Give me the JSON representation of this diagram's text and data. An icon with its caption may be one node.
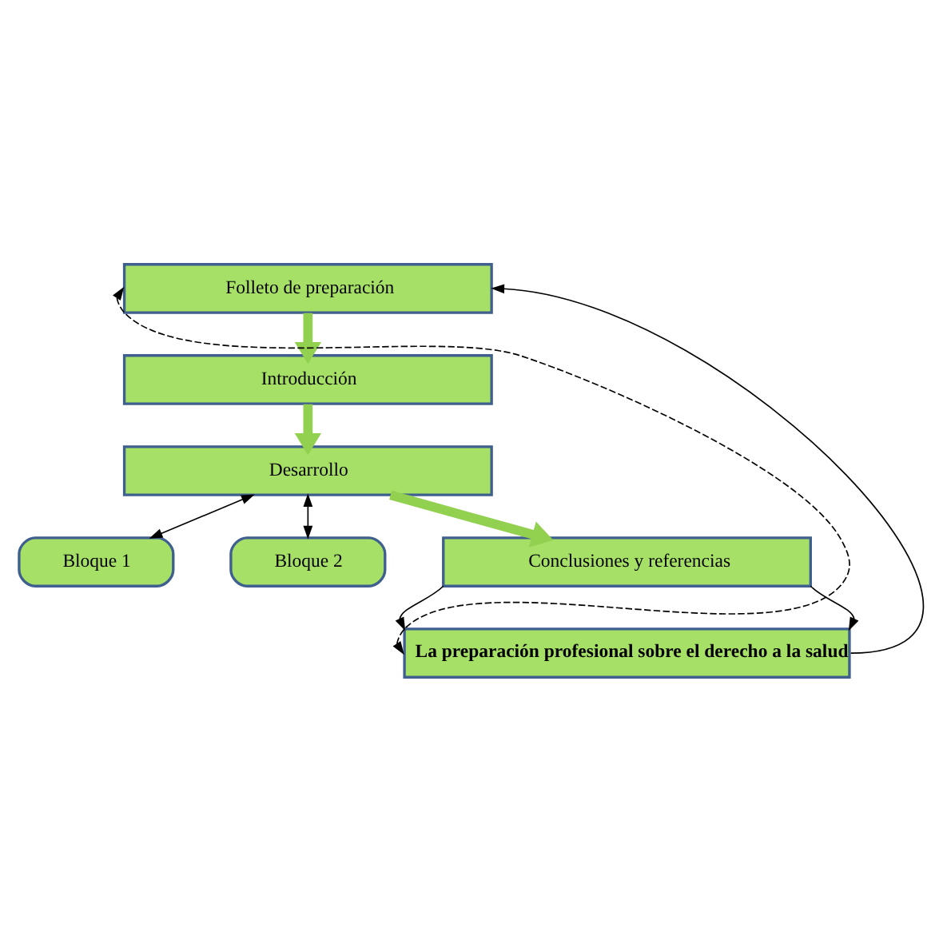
{
  "diagram": {
    "nodes": [
      {
        "text": [
          "Folleto de preparación"
        ]
      },
      {
        "text": [
          "Introducción"
        ]
      },
      {
        "text": [
          "Desarrollo"
        ]
      },
      {
        "text": [
          "Bloque 1"
        ]
      },
      {
        "text": [
          "Bloque 2"
        ]
      },
      {
        "text": [
          "Conclusiones y referencias"
        ]
      },
      {
        "text": [
          "La preparación profesional sobre el derecho a la salud"
        ]
      }
    ],
    "edges": [
      {
        "from": 0,
        "to": 1,
        "arrow": "to",
        "style": "thick",
        "color": "#92d050"
      },
      {
        "from": 1,
        "to": 2,
        "arrow": "to",
        "style": "thick",
        "color": "#92d050"
      },
      {
        "from": 2,
        "to": 3,
        "arrow": "both"
      },
      {
        "from": 2,
        "to": 4,
        "arrow": "both"
      },
      {
        "from": 2,
        "to": 5,
        "arrow": "to",
        "style": "thick",
        "color": "#92d050"
      },
      {
        "from": 5,
        "to": 6,
        "arrow": "to"
      },
      {
        "from": 5,
        "to": 6,
        "arrow": "to"
      },
      {
        "from": 6,
        "to": 0,
        "arrow": "both",
        "style": "dashed"
      },
      {
        "from": 6,
        "to": 0,
        "arrow": "to"
      }
    ]
  }
}
